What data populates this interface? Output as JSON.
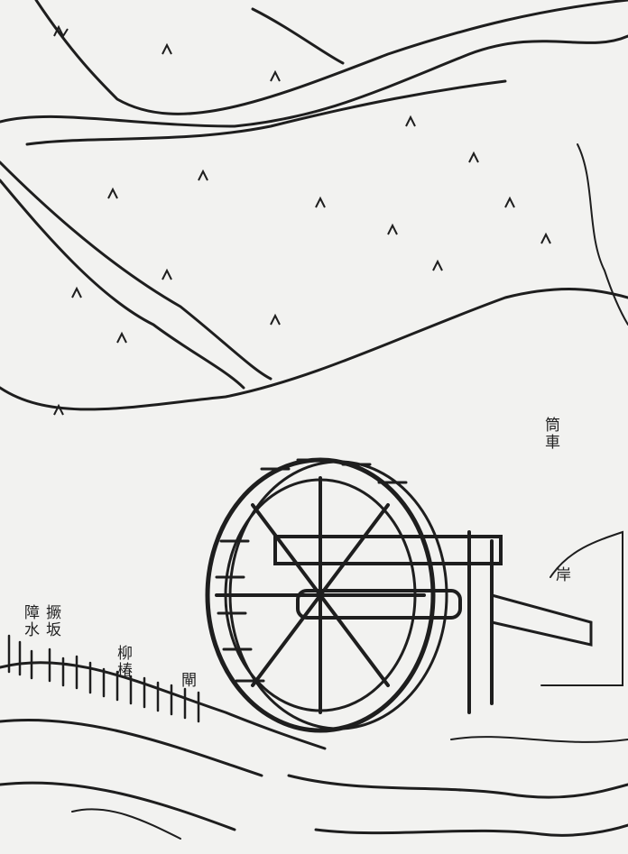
{
  "labels": {
    "water_wheel": "筒車",
    "bank": "岸",
    "dam_board": "撅坂",
    "water_barrier": "障水",
    "willow_stakes": "柳椿",
    "sluice": "閘"
  },
  "colors": {
    "paper": "#f2f2f0",
    "ink": "#1e1e1e"
  }
}
